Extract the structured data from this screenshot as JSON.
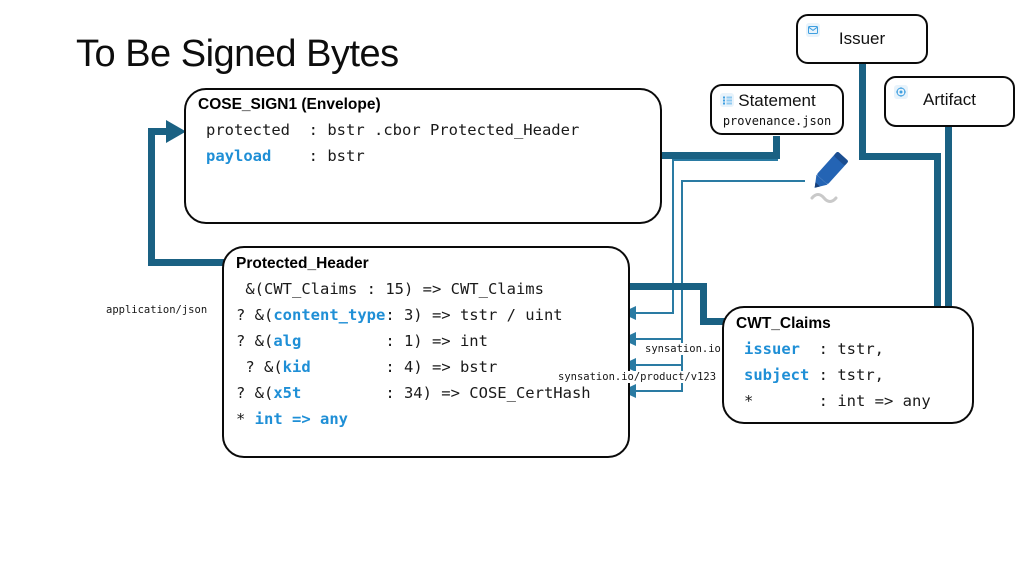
{
  "slide": {
    "title": "To Be Signed Bytes"
  },
  "colors": {
    "connector_thick": "#1a6183",
    "connector_thin": "#2a7ba3",
    "keyword_blue": "#1f8fd6",
    "box_border": "#0a0a0a",
    "pencil_blue": "#2464b4"
  },
  "cose_sign1": {
    "title": "COSE_SIGN1 (Envelope)",
    "lines": [
      {
        "key": "protected",
        "key_style": "plain",
        "rest": "  : bstr .cbor Protected_Header"
      },
      {
        "key": "payload",
        "key_style": "blue",
        "rest": "    : bstr"
      }
    ]
  },
  "protected_header": {
    "title": "Protected_Header",
    "lines": [
      {
        "prefix": " &(",
        "key": "CWT_Claims",
        "key_style": "plain",
        "rest": " : 15) => CWT_Claims"
      },
      {
        "prefix": "? &(",
        "key": "content_type",
        "key_style": "blue",
        "rest": ": 3) => tstr / uint"
      },
      {
        "prefix": "? &(",
        "key": "alg",
        "key_style": "blue",
        "rest": "         : 1) => int"
      },
      {
        "prefix": " ? &(",
        "key": "kid",
        "key_style": "blue",
        "rest": "        : 4) => bstr"
      },
      {
        "prefix": "? &(",
        "key": "x5t",
        "key_style": "blue",
        "rest": "         : 34) => COSE_CertHash"
      },
      {
        "prefix": "* ",
        "key": "int => any",
        "key_style": "blue",
        "rest": ""
      }
    ]
  },
  "cwt_claims": {
    "title": "CWT_Claims",
    "lines": [
      {
        "key": "issuer",
        "key_style": "blue",
        "rest": "  : tstr,"
      },
      {
        "key": "subject",
        "key_style": "blue",
        "rest": " : tstr,"
      },
      {
        "key": "*",
        "key_style": "plain",
        "rest": "       : int => any"
      }
    ]
  },
  "nodes": {
    "issuer": {
      "label": "Issuer",
      "sub": "",
      "icon": "envelope-icon"
    },
    "statement": {
      "label": "Statement",
      "sub": "provenance.json",
      "icon": "list-icon"
    },
    "artifact": {
      "label": "Artifact",
      "sub": "",
      "icon": "gear-icon"
    }
  },
  "captions": {
    "content_type_value": "application/json",
    "issuer_value": "synsation.io",
    "subject_value": "synsation.io/product/v123"
  },
  "signature": {
    "icon": "pencil-signature-icon"
  }
}
